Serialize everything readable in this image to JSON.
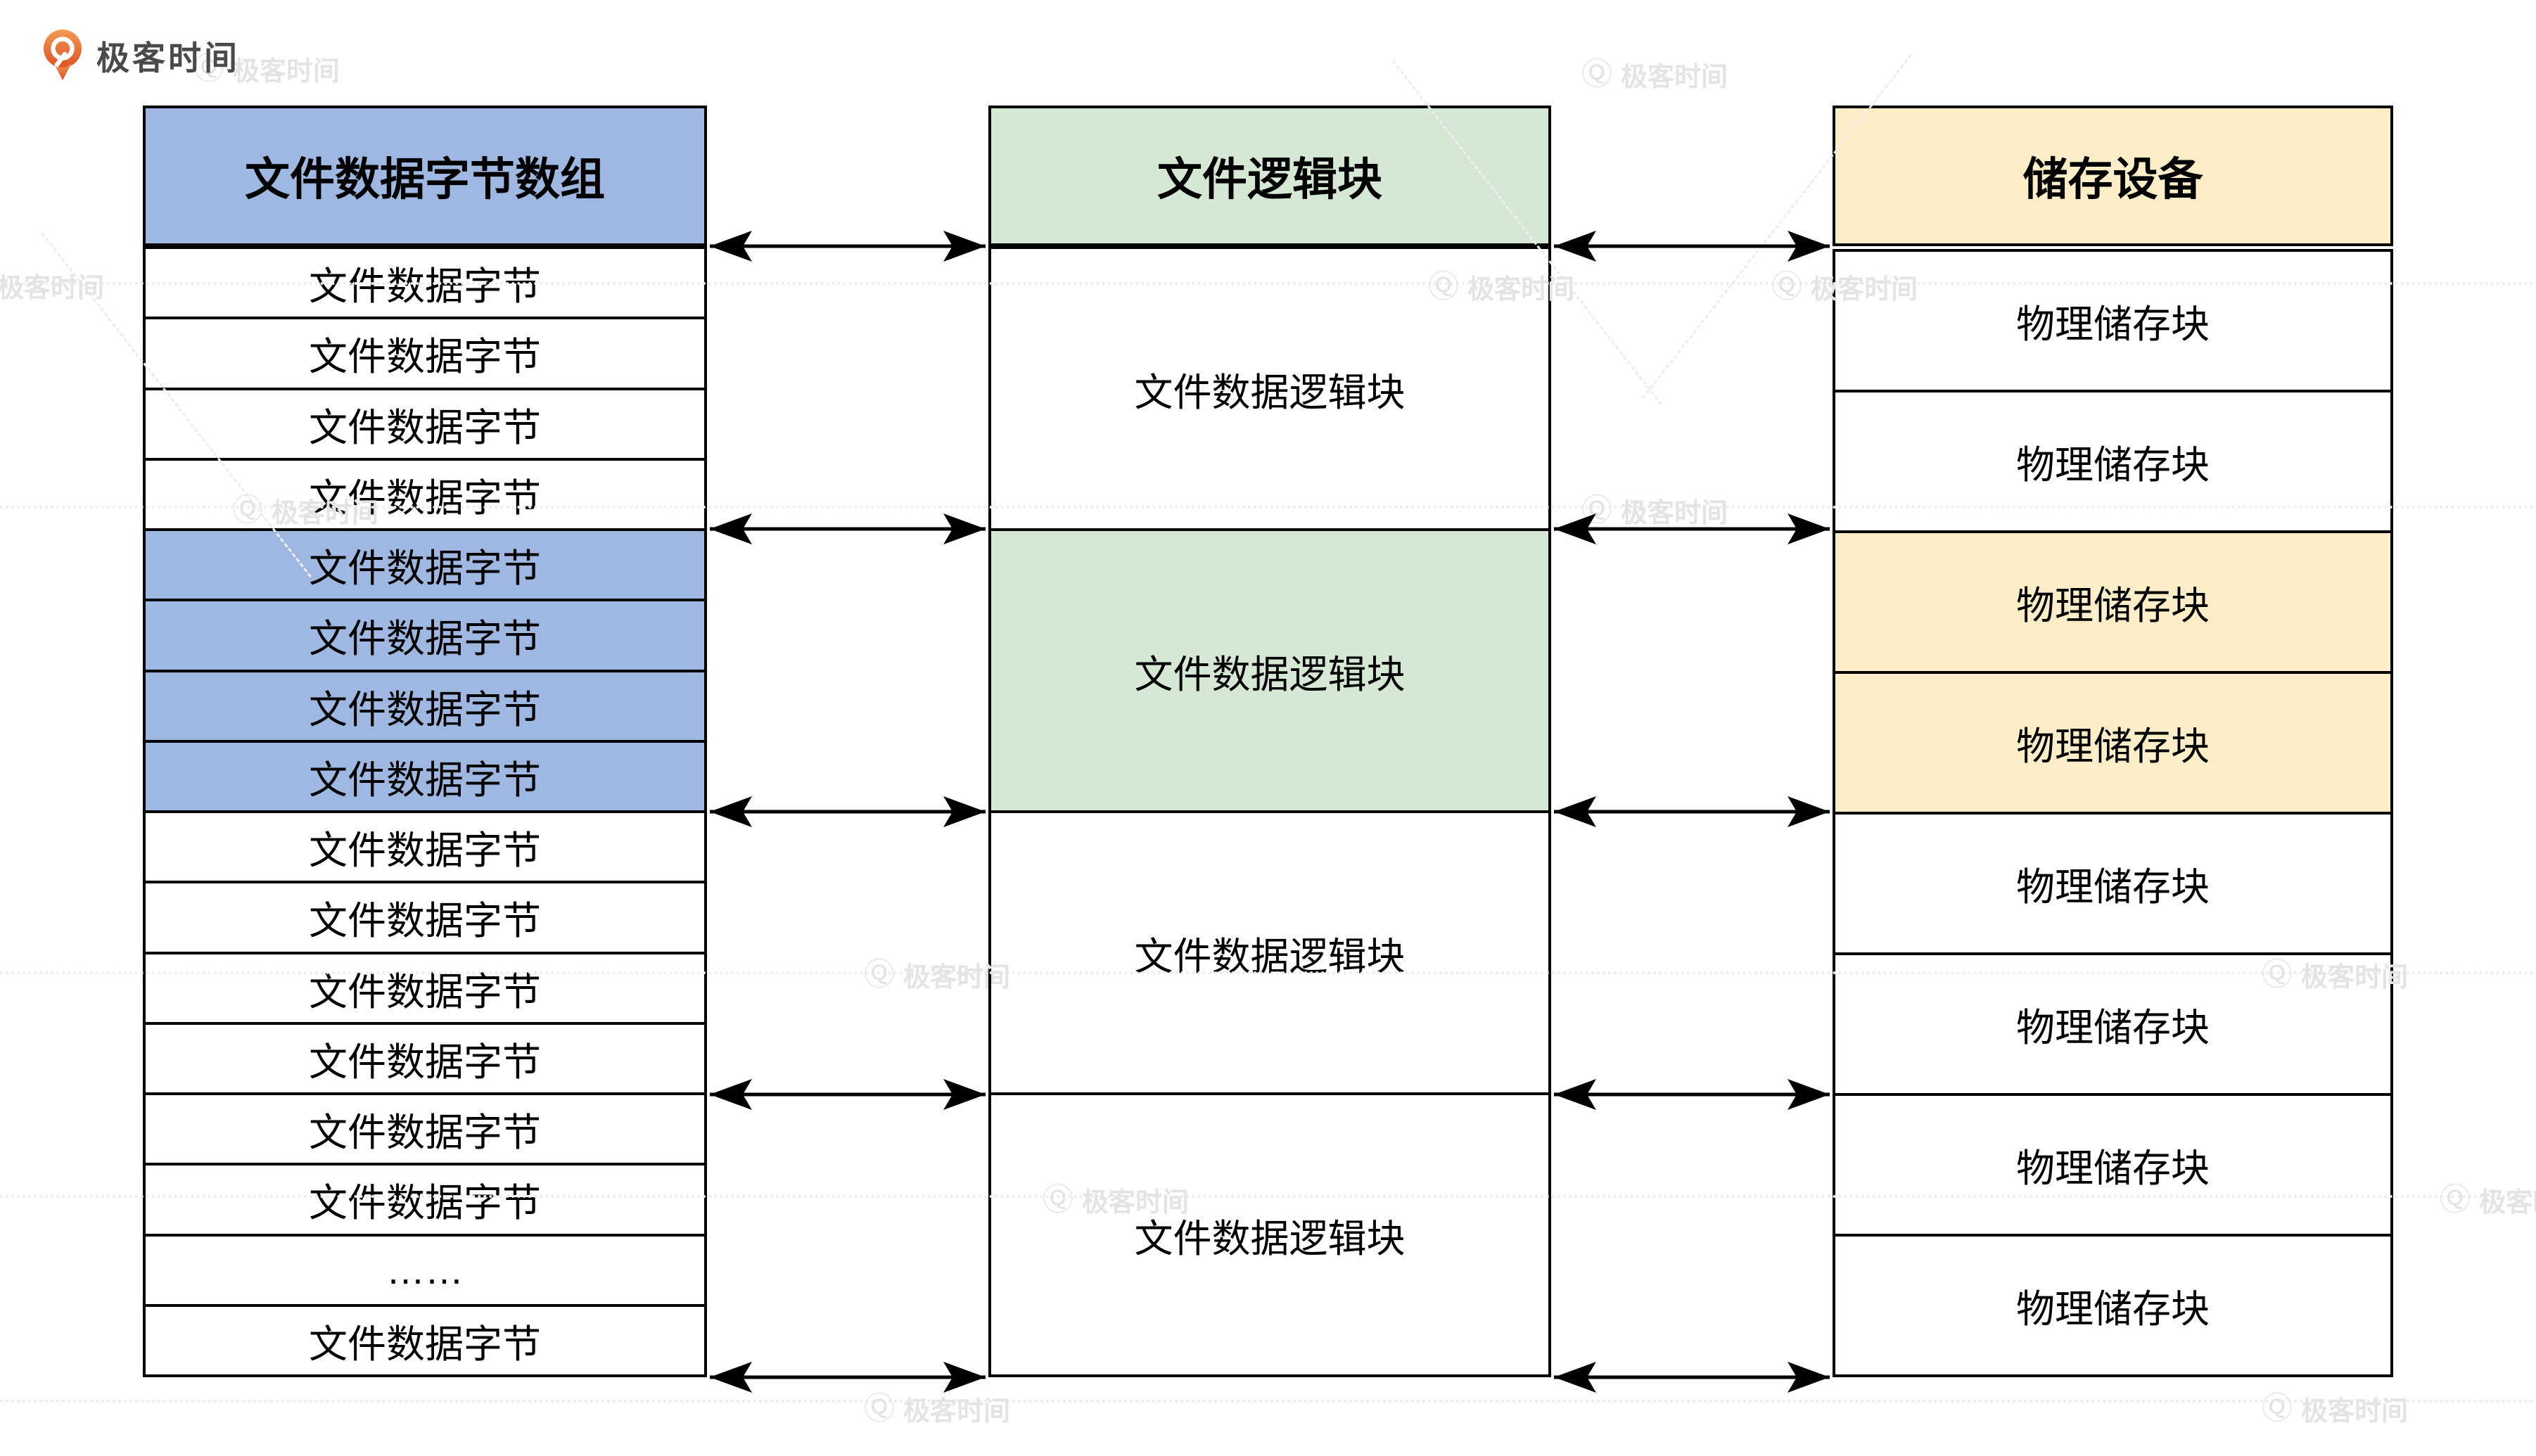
{
  "logo": {
    "icon": "geektime-pin-icon",
    "text": "极客时间"
  },
  "watermark": {
    "icon_glyph": "Ⓠ",
    "text": "极客时间"
  },
  "colors": {
    "blue": "#9FB8E1",
    "green": "#D5E8D4",
    "yellow": "#FDEEC8",
    "border": "#000000",
    "logo_orange_top": "#F29B52",
    "logo_orange_bottom": "#DC5226",
    "logo_text_gray": "#4A4A4A"
  },
  "byte_array_column": {
    "header": "文件数据字节数组",
    "rows": [
      {
        "label": "文件数据字节",
        "highlighted": false
      },
      {
        "label": "文件数据字节",
        "highlighted": false
      },
      {
        "label": "文件数据字节",
        "highlighted": false
      },
      {
        "label": "文件数据字节",
        "highlighted": false
      },
      {
        "label": "文件数据字节",
        "highlighted": true
      },
      {
        "label": "文件数据字节",
        "highlighted": true
      },
      {
        "label": "文件数据字节",
        "highlighted": true
      },
      {
        "label": "文件数据字节",
        "highlighted": true
      },
      {
        "label": "文件数据字节",
        "highlighted": false
      },
      {
        "label": "文件数据字节",
        "highlighted": false
      },
      {
        "label": "文件数据字节",
        "highlighted": false
      },
      {
        "label": "文件数据字节",
        "highlighted": false
      },
      {
        "label": "文件数据字节",
        "highlighted": false
      },
      {
        "label": "文件数据字节",
        "highlighted": false
      },
      {
        "label": "……",
        "highlighted": false
      },
      {
        "label": "文件数据字节",
        "highlighted": false
      }
    ]
  },
  "logical_block_column": {
    "header": "文件逻辑块",
    "blocks": [
      {
        "label": "文件数据逻辑块",
        "highlighted": false
      },
      {
        "label": "文件数据逻辑块",
        "highlighted": true
      },
      {
        "label": "文件数据逻辑块",
        "highlighted": false
      },
      {
        "label": "文件数据逻辑块",
        "highlighted": false
      }
    ]
  },
  "storage_column": {
    "header": "储存设备",
    "blocks": [
      {
        "label": "物理储存块",
        "highlighted": false
      },
      {
        "label": "物理储存块",
        "highlighted": false
      },
      {
        "label": "物理储存块",
        "highlighted": true
      },
      {
        "label": "物理储存块",
        "highlighted": true
      },
      {
        "label": "物理储存块",
        "highlighted": false
      },
      {
        "label": "物理储存块",
        "highlighted": false
      },
      {
        "label": "物理储存块",
        "highlighted": false
      },
      {
        "label": "物理储存块",
        "highlighted": false
      }
    ]
  }
}
